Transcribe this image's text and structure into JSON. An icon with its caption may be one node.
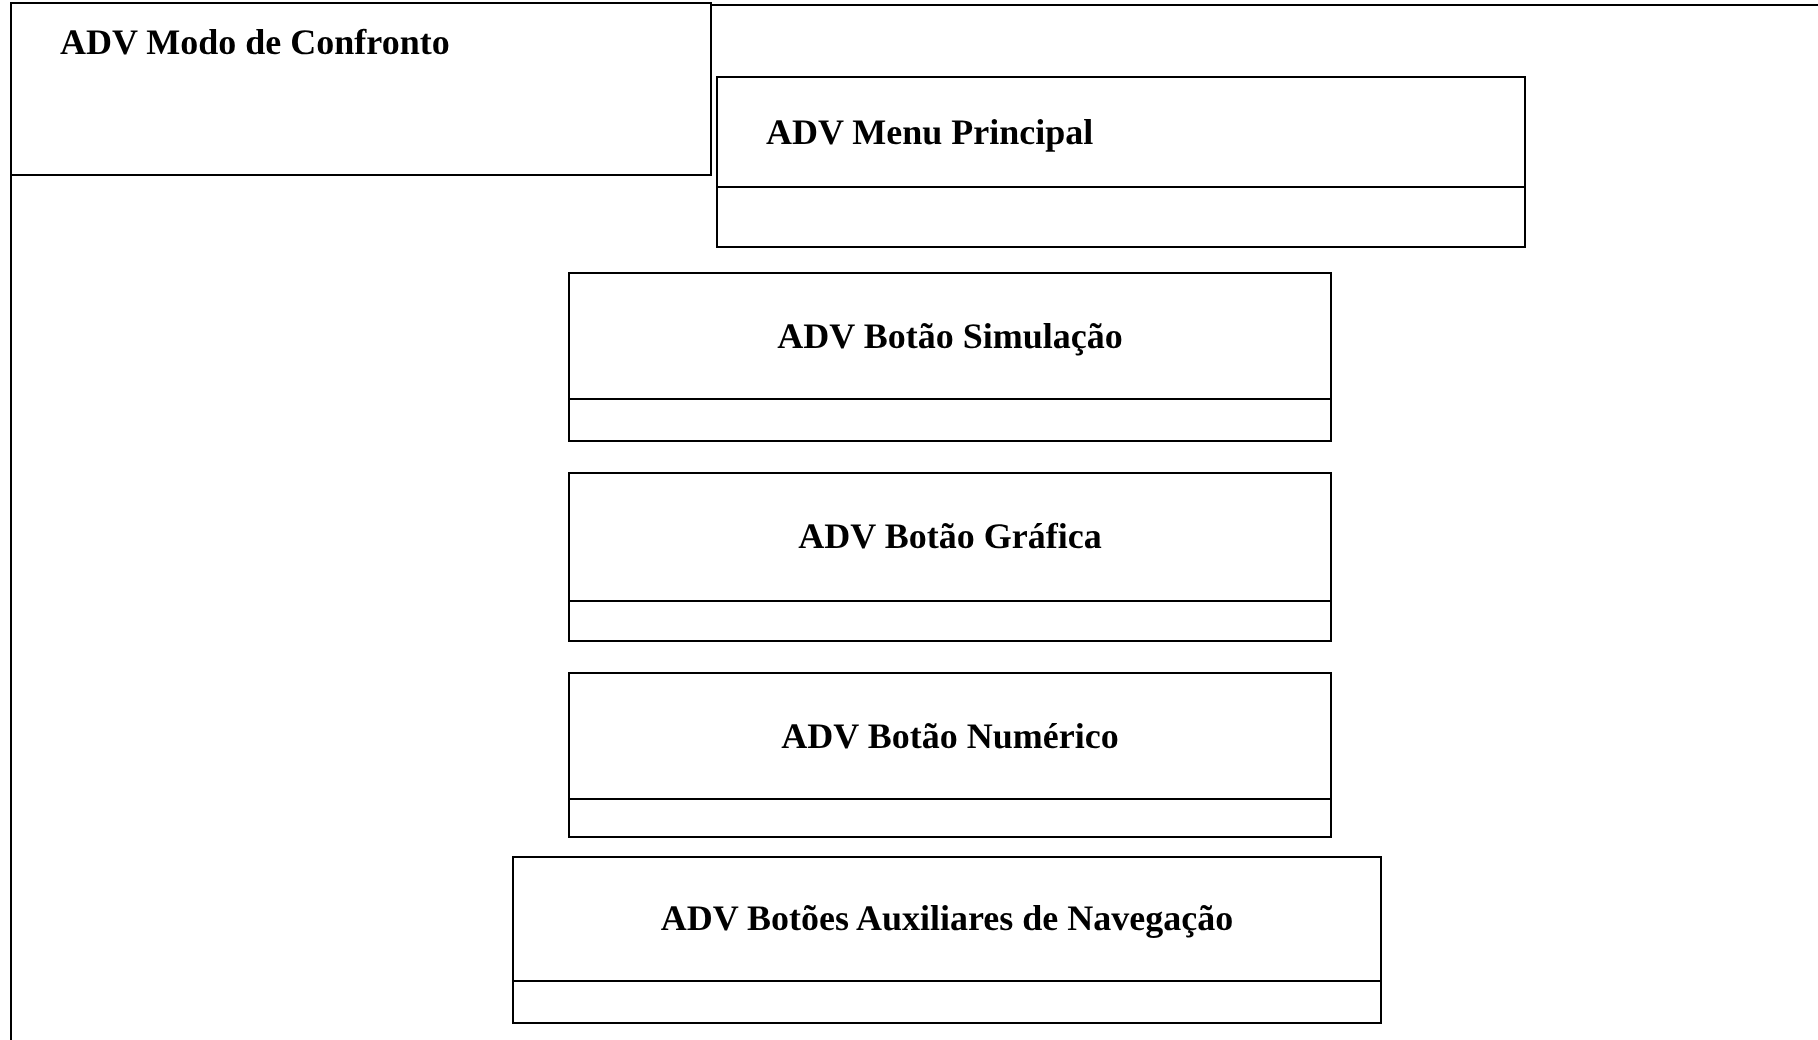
{
  "diagram": {
    "nodes": [
      {
        "text": [
          "ADV Modo de Confronto"
        ]
      },
      {
        "text": [
          "ADV Menu Principal"
        ],
        "in": 0
      },
      {
        "text": [
          "ADV Botão Simulação"
        ],
        "in": 0
      },
      {
        "text": [
          "ADV Botão Gráfica"
        ],
        "in": 0
      },
      {
        "text": [
          "ADV Botão Numérico"
        ],
        "in": 0
      },
      {
        "text": [
          "ADV Botões Auxiliares de Navegação"
        ],
        "in": 0
      }
    ]
  }
}
